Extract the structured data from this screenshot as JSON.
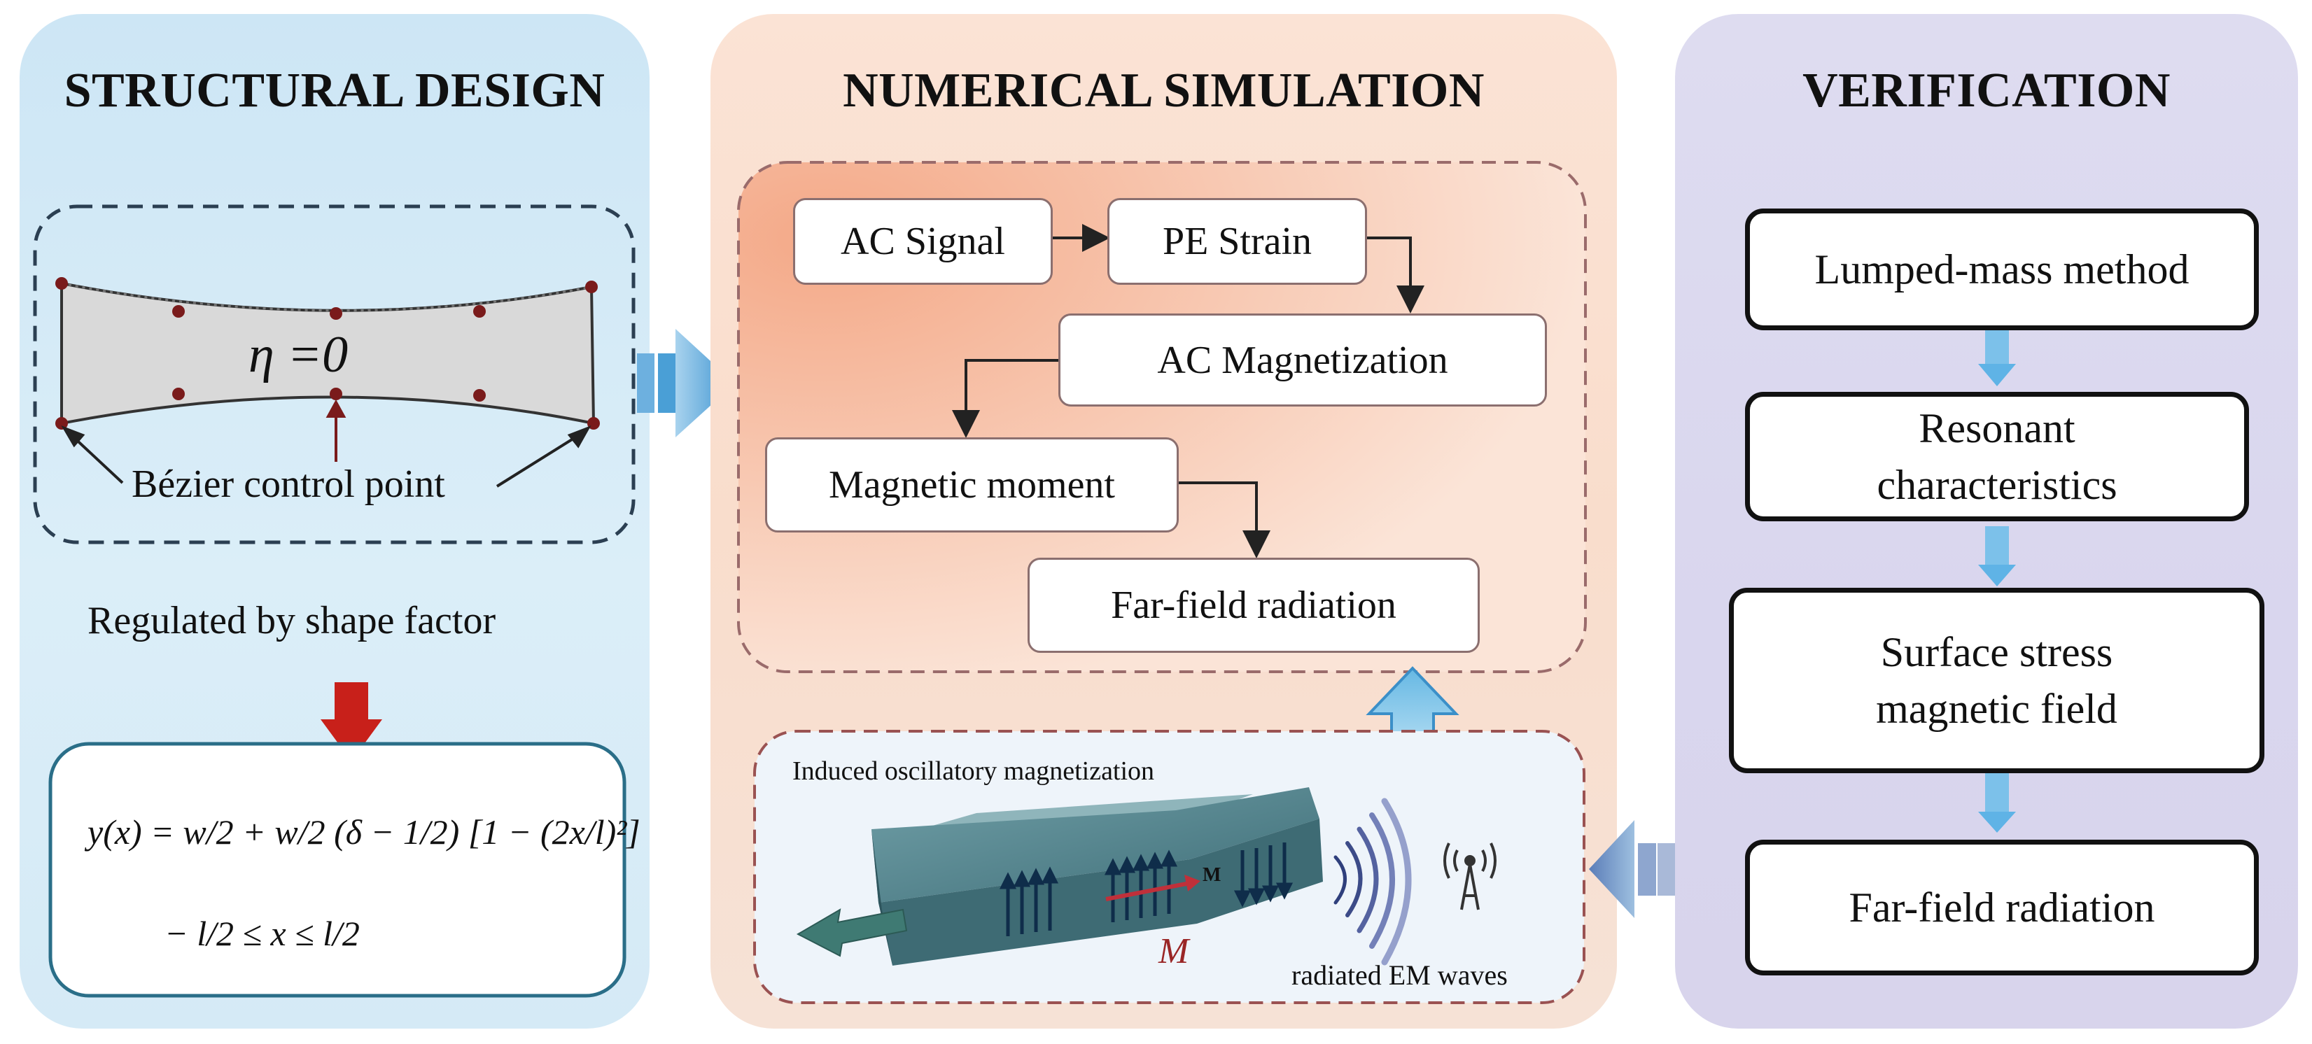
{
  "panels": {
    "structural": {
      "title": "STRUCTURAL DESIGN",
      "eta_label": "η =0",
      "bezier_label": "Bézier control point",
      "regulated_label": "Regulated by shape factor",
      "equation_line1": "y(x) = w/2 + w/2 (δ − 1/2) [1 − (2x/l)²]",
      "equation_line2": "− l/2 ≤ x ≤ l/2"
    },
    "numerical": {
      "title": "NUMERICAL SIMULATION",
      "flow": [
        "AC Signal",
        "PE Strain",
        "AC Magnetization",
        "Magnetic moment",
        "Far-field radiation"
      ],
      "induced_label": "Induced oscillatory magnetization",
      "m_small": "M",
      "m_big": "M",
      "radiated_label": "radiated EM waves"
    },
    "verification": {
      "title": "VERIFICATION",
      "steps": [
        "Lumped-mass method",
        "Resonant characteristics",
        "Surface stress magnetic field",
        "Far-field radiation"
      ]
    }
  },
  "colors": {
    "structural_bg": "#cde6f5",
    "numerical_bg": "#fbe3d5",
    "verification_bg": "#dedcf0",
    "arrow_blue": "#4a9fd6",
    "arrow_red": "#c8201a",
    "control_point": "#7a1b1b",
    "beam_body": "#4e7f87"
  },
  "icons": [
    "right-arrow-icon",
    "down-arrow-icon",
    "up-arrow-icon",
    "left-arrow-icon",
    "antenna-icon",
    "em-wave-icon"
  ]
}
